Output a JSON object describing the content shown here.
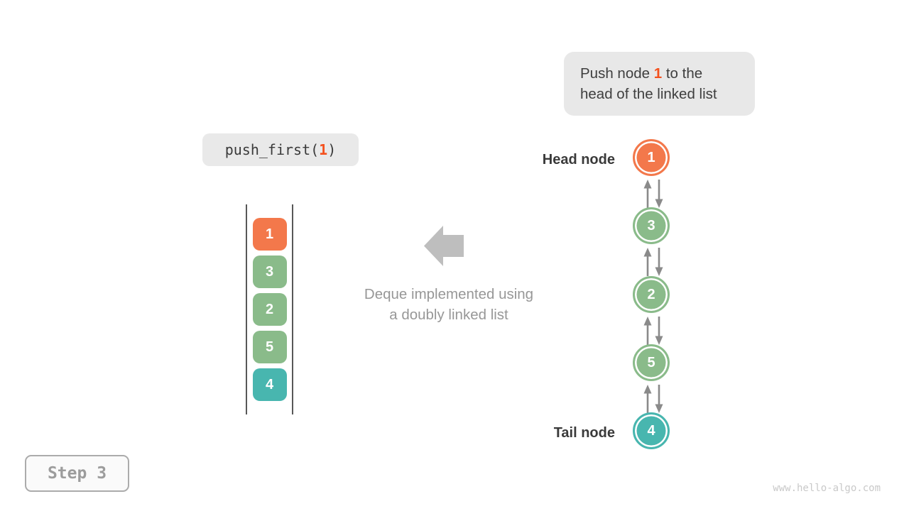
{
  "colors": {
    "accent": "#F4511E",
    "node_orange": "#F3784B",
    "node_green": "#8ABB8A",
    "node_teal": "#48B6AF",
    "connector_gray": "#8A8A8A",
    "big_arrow_gray": "#BEBEBE"
  },
  "callout": {
    "line1_pre": "Push node ",
    "line1_value": "1",
    "line1_post": " to the",
    "line2": "head of the linked list"
  },
  "code_call": {
    "pre": "push_first(",
    "value": "1",
    "post": ")"
  },
  "deque_stack": {
    "items": [
      {
        "value": "1",
        "color": "#F3784B"
      },
      {
        "value": "3",
        "color": "#8ABB8A"
      },
      {
        "value": "2",
        "color": "#8ABB8A"
      },
      {
        "value": "5",
        "color": "#8ABB8A"
      },
      {
        "value": "4",
        "color": "#48B6AF"
      }
    ]
  },
  "caption": {
    "line1": "Deque implemented using",
    "line2": "a doubly linked list"
  },
  "linked_list": {
    "head_label": "Head node",
    "tail_label": "Tail node",
    "nodes": [
      {
        "value": "1",
        "color": "#F3784B"
      },
      {
        "value": "3",
        "color": "#8ABB8A"
      },
      {
        "value": "2",
        "color": "#8ABB8A"
      },
      {
        "value": "5",
        "color": "#8ABB8A"
      },
      {
        "value": "4",
        "color": "#48B6AF"
      }
    ]
  },
  "step": {
    "label": "Step 3"
  },
  "watermark": "www.hello-algo.com"
}
